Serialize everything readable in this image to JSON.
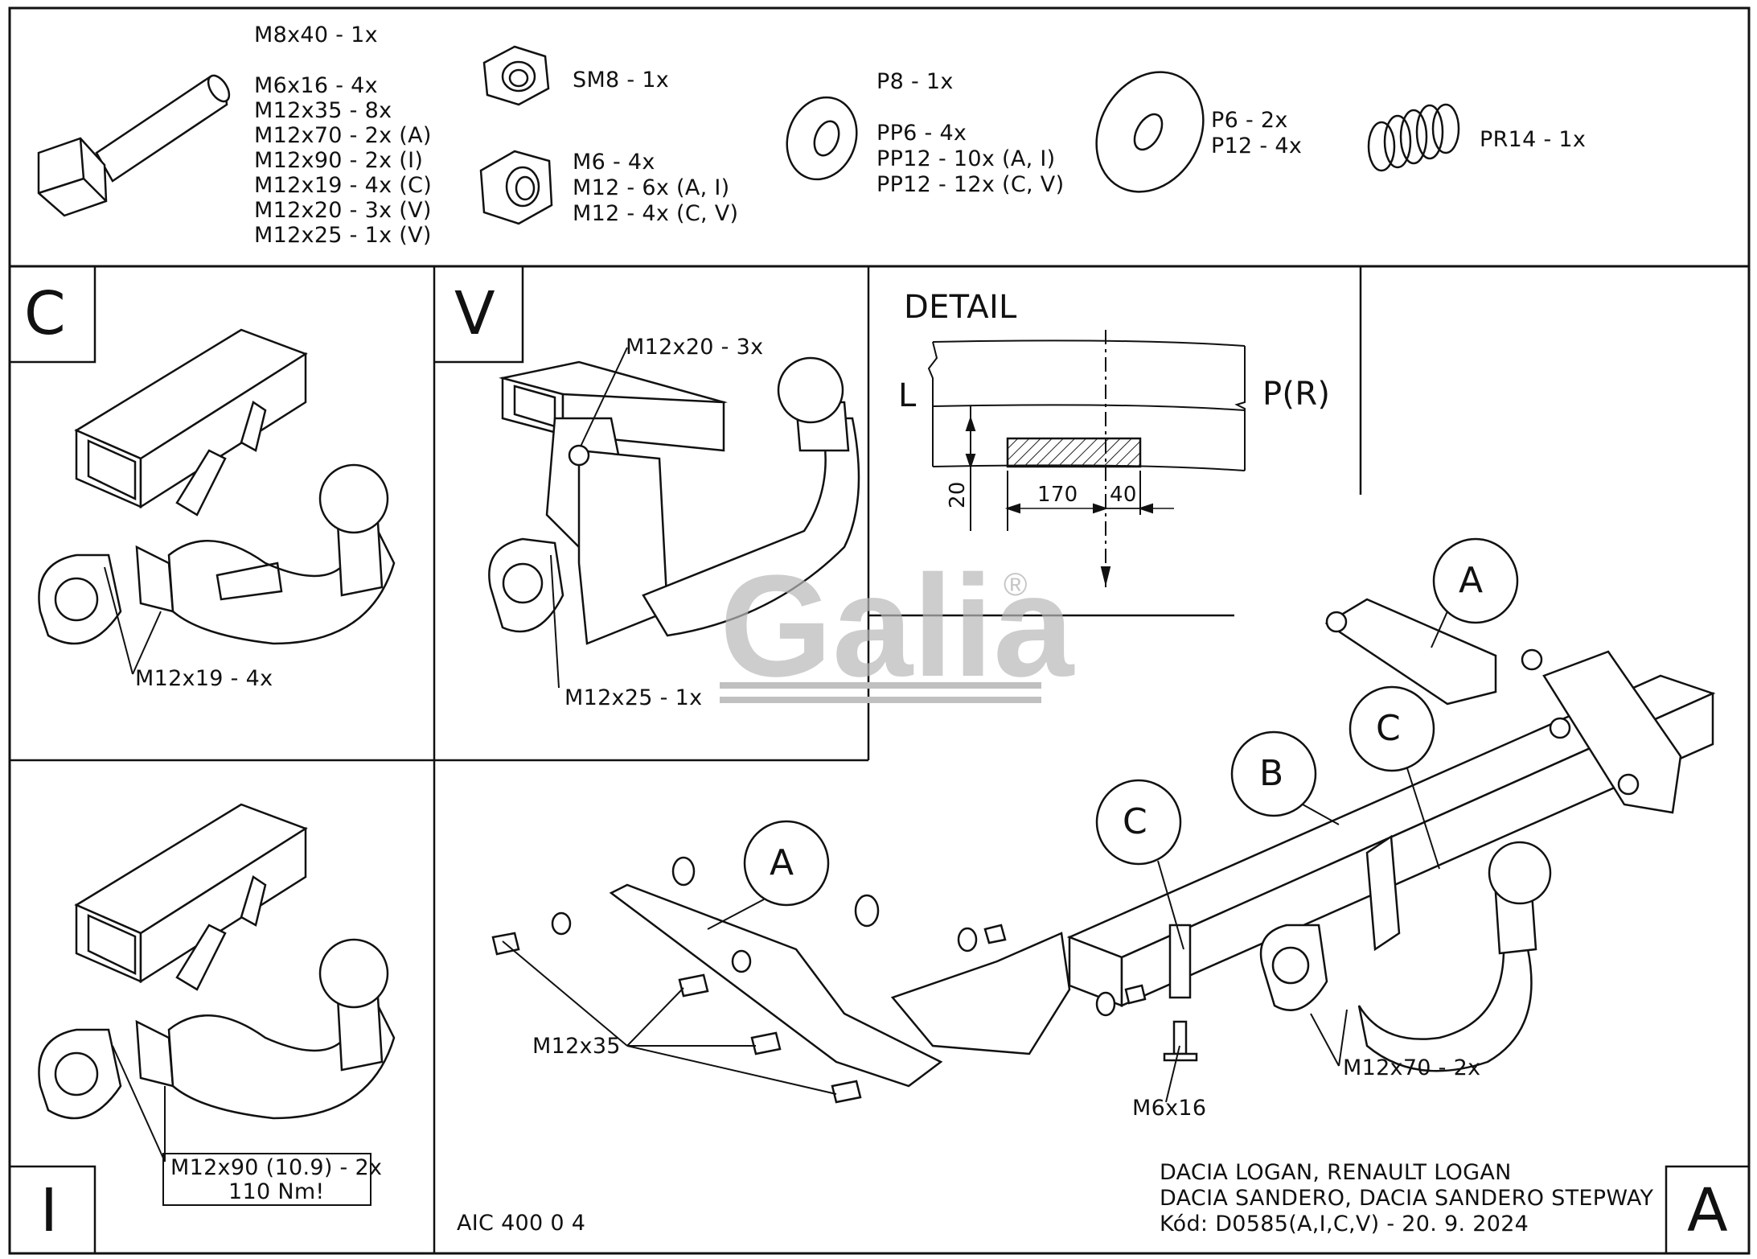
{
  "parts": {
    "bolts": [
      "M8x40 - 1x",
      "M6x16 - 4x",
      "M12x35 - 8x",
      "M12x70 - 2x (A)",
      "M12x90 - 2x (I)",
      "M12x19 - 4x (C)",
      "M12x20 - 3x (V)",
      "M12x25 - 1x (V)"
    ],
    "self_lock_nut": "SM8 - 1x",
    "nuts": [
      "M6 - 4x",
      "M12 - 6x (A, I)",
      "M12 - 4x (C, V)"
    ],
    "washers_small": [
      "P8 - 1x",
      "PP6 - 4x",
      "PP12 - 10x (A, I)",
      "PP12 - 12x (C, V)"
    ],
    "washers_large": [
      "P6 - 2x",
      "P12 - 4x"
    ],
    "spring": "PR14 - 1x"
  },
  "panels": {
    "c": {
      "letter": "C",
      "bolt_label": "M12x19 - 4x"
    },
    "v": {
      "letter": "V",
      "bolt_label_top": "M12x20 - 3x",
      "bolt_label_bottom": "M12x25 - 1x"
    },
    "i": {
      "letter": "I",
      "torque_line1": "M12x90 (10.9) - 2x",
      "torque_line2": "110 Nm!"
    }
  },
  "detail": {
    "title": "DETAIL",
    "left": "L",
    "right": "P(R)",
    "dim_height": "20",
    "dim_width": "170",
    "dim_offset": "40"
  },
  "assembly": {
    "letter": "A",
    "callouts": {
      "a_top": "A",
      "a_left": "A",
      "b": "B",
      "c_left": "C",
      "c_right": "C"
    },
    "labels": {
      "m12x35": "M12x35",
      "m6x16": "M6x16",
      "m12x70": "M12x70 - 2x"
    }
  },
  "footer": {
    "code": "AIC 400 0 4",
    "vehicle1": "DACIA LOGAN, RENAULT LOGAN",
    "vehicle2": "DACIA SANDERO, DACIA SANDERO STEPWAY",
    "kod": "Kód: D0585(A,I,C,V) - 20. 9. 2024"
  },
  "watermark": {
    "text": "Galia",
    "mark": "®"
  }
}
